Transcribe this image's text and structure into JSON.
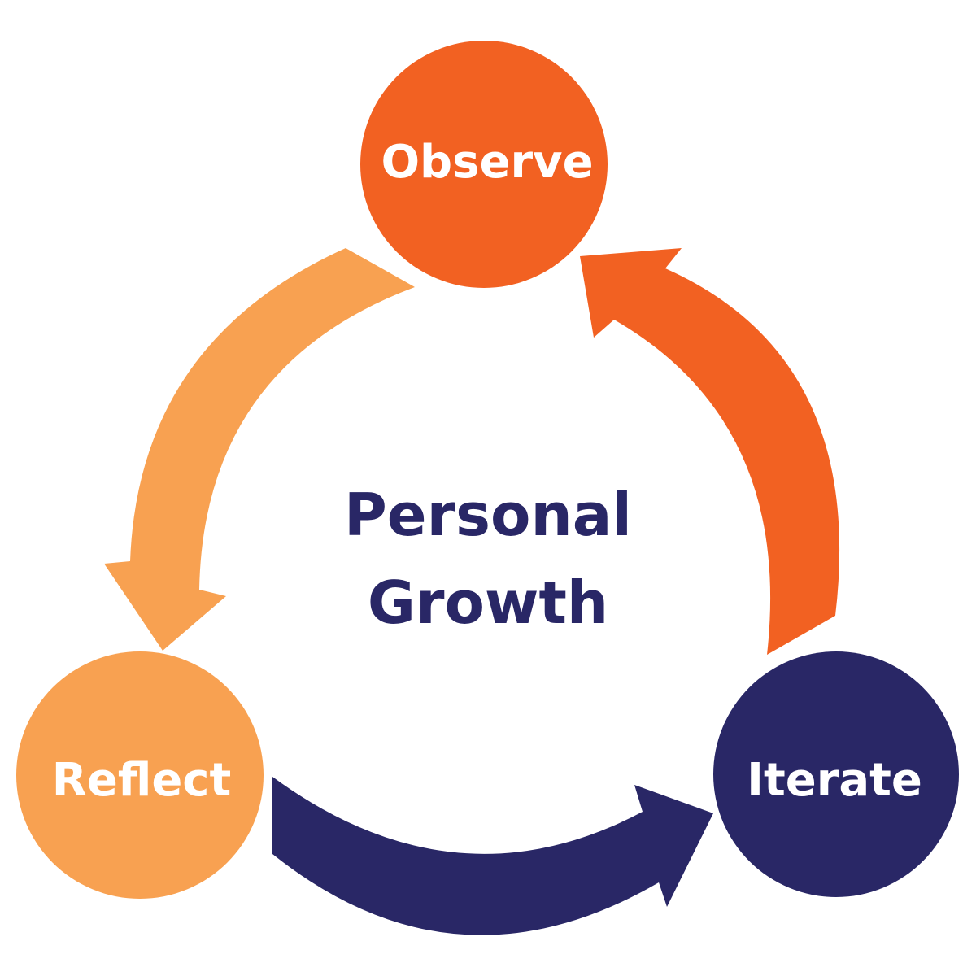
{
  "center_title": {
    "line1": "Personal",
    "line2": "Growth"
  },
  "stages": [
    {
      "label": "Observe",
      "color": "#F26122"
    },
    {
      "label": "Reflect",
      "color": "#F8A151"
    },
    {
      "label": "Iterate",
      "color": "#292766"
    }
  ],
  "colors": {
    "title": "#292766",
    "label_text": "#FFFFFF"
  }
}
